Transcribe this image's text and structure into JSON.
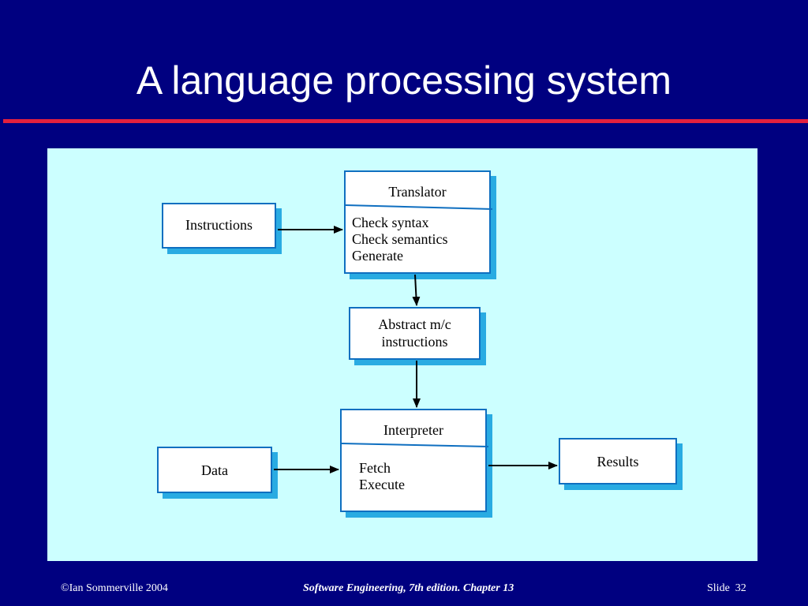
{
  "slide": {
    "title": "A language processing system",
    "footer": {
      "copyright": "©Ian Sommerville 2004",
      "book": "Software Engineering, 7th edition. Chapter 13",
      "slide_label": "Slide",
      "slide_number": "32"
    }
  },
  "diagram": {
    "colors": {
      "panel": "#ccffff",
      "box_border": "#0f6fc0",
      "box_shadow": "#29abe2",
      "background": "#000080",
      "rule": "#e4203e"
    },
    "instructions": {
      "label": "Instructions"
    },
    "translator": {
      "title": "Translator",
      "steps": [
        "Check syntax",
        "Check semantics",
        "Generate"
      ]
    },
    "abstract": {
      "lines": [
        "Abstract m/c",
        "instructions"
      ]
    },
    "interpreter": {
      "title": "Interpreter",
      "steps": [
        "Fetch",
        "Execute"
      ]
    },
    "data": {
      "label": "Data"
    },
    "results": {
      "label": "Results"
    }
  }
}
